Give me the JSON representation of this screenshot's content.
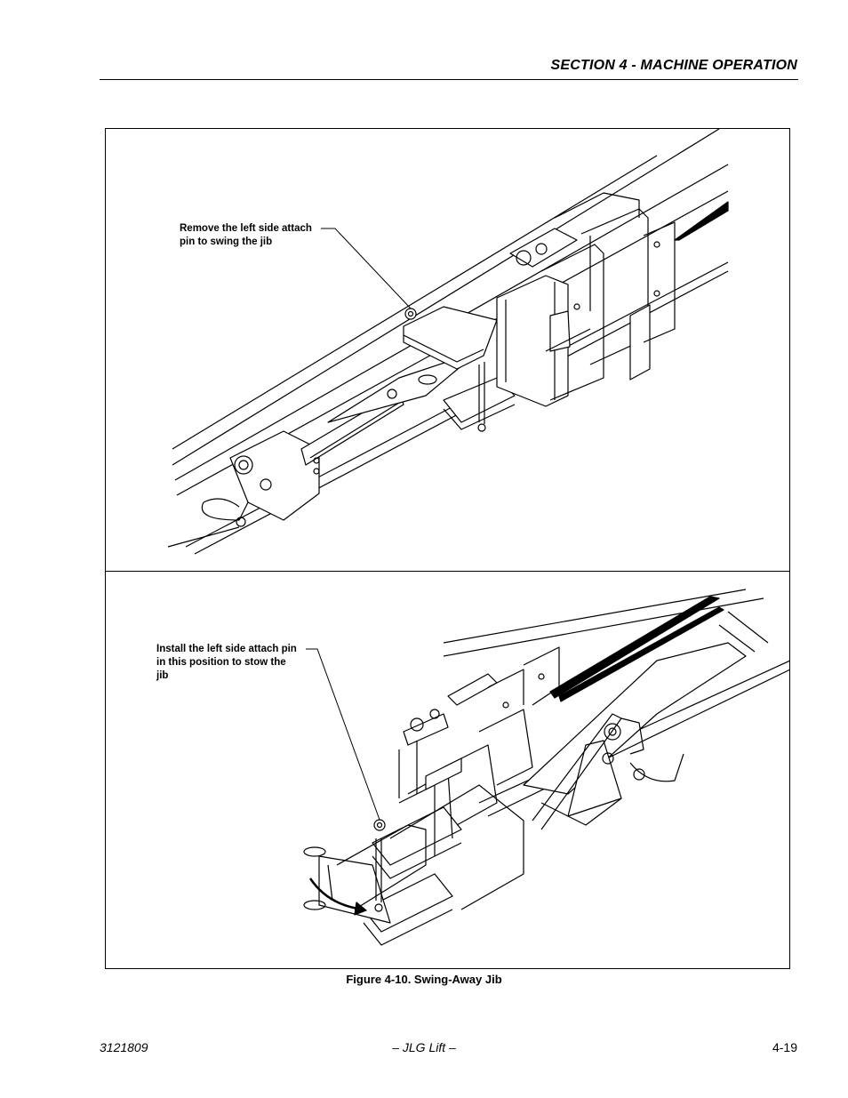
{
  "header": {
    "section_title": "SECTION 4 - MACHINE OPERATION"
  },
  "figure": {
    "top_callout": "Remove the left side attach\npin to swing the jib",
    "bottom_callout": "Install the left side attach pin\nin this position to stow the\njib",
    "caption": "Figure 4-10.  Swing-Away Jib"
  },
  "footer": {
    "doc_number": "3121809",
    "publisher": "– JLG Lift –",
    "page_number": "4-19"
  }
}
